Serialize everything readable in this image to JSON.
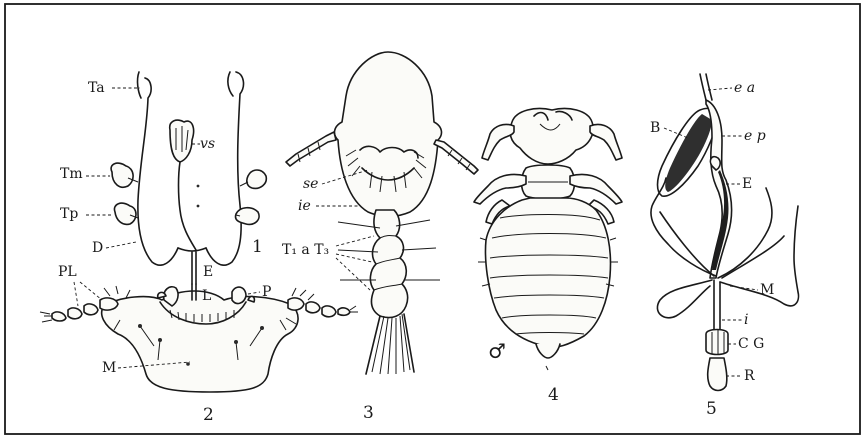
{
  "plate": {
    "figures": [
      {
        "number": "1",
        "labels": {
          "ta": "Ta",
          "tm": "Tm",
          "tp": "Tp",
          "d": "D",
          "vs": "vs",
          "e": "E"
        }
      },
      {
        "number": "2",
        "labels": {
          "pl": "PL",
          "l": "L",
          "p": "P",
          "m": "M"
        }
      },
      {
        "number": "3",
        "labels": {
          "se": "se",
          "ie": "ie",
          "t": "T₁ a T₃"
        }
      },
      {
        "number": "4",
        "labels": {
          "sex": "♂"
        }
      },
      {
        "number": "5",
        "labels": {
          "ea": "e a",
          "b": "B",
          "ep": "e p",
          "e": "E",
          "m": "M",
          "i": "i",
          "cg": "C G",
          "r": "R"
        }
      }
    ]
  }
}
